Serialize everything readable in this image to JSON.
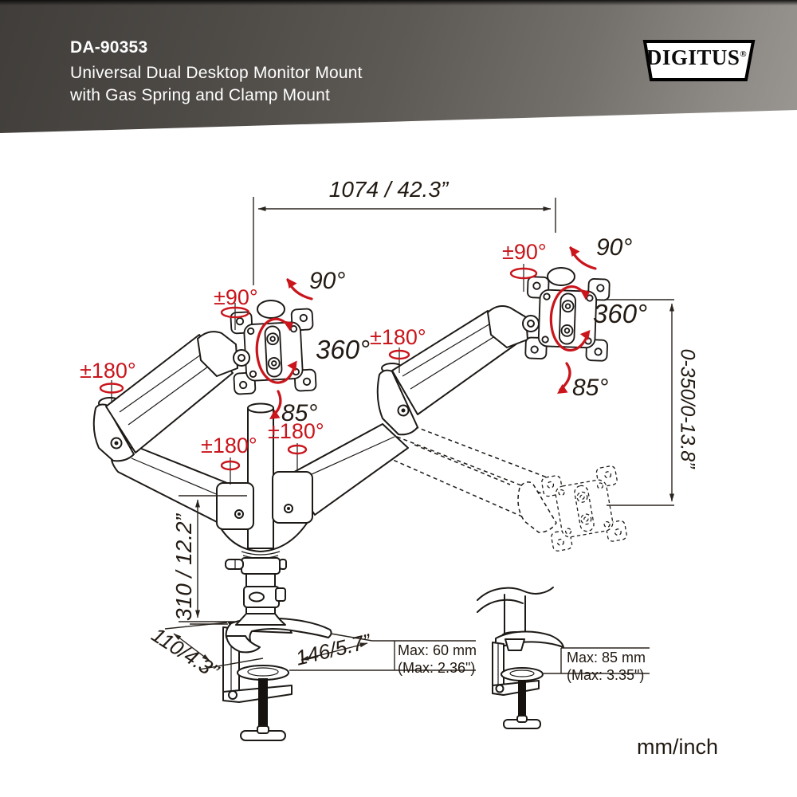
{
  "header": {
    "model": "DA-90353",
    "title_line1": "Universal Dual Desktop Monitor Mount",
    "title_line2": "with Gas Spring and Clamp Mount",
    "brand": "DIGITUS",
    "registered_mark": "®"
  },
  "diagram": {
    "dim_width": "1074 / 42.3”",
    "dim_pole_height": "310 / 12.2”",
    "dim_height_range": "0-350/0-13.8”",
    "dim_base_depth": "110/4.3”",
    "dim_base_width": "146/5.7”",
    "angle_rotate_90": "90°",
    "angle_swivel_90": "±90°",
    "angle_rotation_360": "360°",
    "angle_tilt_85": "85°",
    "angle_swivel_180": "±180°",
    "clamp_main": {
      "line1": "Max: 60 mm",
      "line2": "(Max: 2.36\")"
    },
    "clamp_detail": {
      "line1": "Max: 85 mm",
      "line2": "(Max: 3.35\")"
    },
    "units_note": "mm/inch"
  },
  "colors": {
    "accent_red": "#c9151b",
    "line_color": "#1d1916",
    "banner_dark": "#403d3a",
    "banner_light": "#9a9692"
  }
}
